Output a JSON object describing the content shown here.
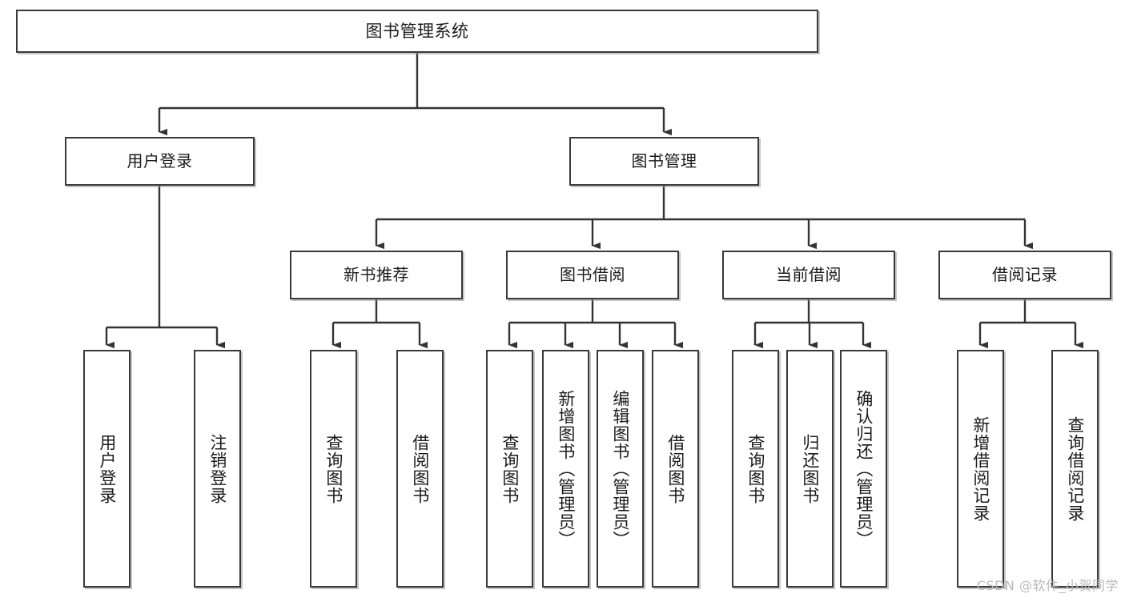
{
  "diagram": {
    "type": "tree-hierarchy",
    "title": "图书管理系统",
    "orientation": "top-down",
    "colors": {
      "node_border": "#3a3a3a",
      "node_fill": "#ffffff",
      "edge": "#333333",
      "text": "#1b1b1b",
      "watermark": "#b9b9b9",
      "background": "#ffffff"
    },
    "nodes": {
      "root": {
        "label": "图书管理系统",
        "level": 1
      },
      "level2": [
        {
          "id": "user-login",
          "label": "用户登录"
        },
        {
          "id": "book-management",
          "label": "图书管理"
        }
      ],
      "level3": [
        {
          "id": "new-book-recommend",
          "label": "新书推荐",
          "parent": "book-management"
        },
        {
          "id": "book-borrow",
          "label": "图书借阅",
          "parent": "book-management"
        },
        {
          "id": "current-borrow",
          "label": "当前借阅",
          "parent": "book-management"
        },
        {
          "id": "borrow-record",
          "label": "借阅记录",
          "parent": "book-management"
        }
      ],
      "leaves": {
        "user-login": [
          {
            "id": "leaf-user-login",
            "label": "用户登录"
          },
          {
            "id": "leaf-logout",
            "label": "注销登录"
          }
        ],
        "new-book-recommend": [
          {
            "id": "leaf-query-book-1",
            "label": "查询图书"
          },
          {
            "id": "leaf-borrow-book-1",
            "label": "借阅图书"
          }
        ],
        "book-borrow": [
          {
            "id": "leaf-query-book-2",
            "label": "查询图书"
          },
          {
            "id": "leaf-add-book",
            "label": "新增图书（管理员）"
          },
          {
            "id": "leaf-edit-book",
            "label": "编辑图书（管理员）"
          },
          {
            "id": "leaf-borrow-book-2",
            "label": "借阅图书"
          }
        ],
        "current-borrow": [
          {
            "id": "leaf-query-book-3",
            "label": "查询图书"
          },
          {
            "id": "leaf-return-book",
            "label": "归还图书"
          },
          {
            "id": "leaf-confirm-return",
            "label": "确认归还（管理员）"
          }
        ],
        "borrow-record": [
          {
            "id": "leaf-add-record",
            "label": "新增借阅记录"
          },
          {
            "id": "leaf-query-record",
            "label": "查询借阅记录"
          }
        ]
      }
    },
    "watermark": "CSDN @软件_小贺同学"
  }
}
